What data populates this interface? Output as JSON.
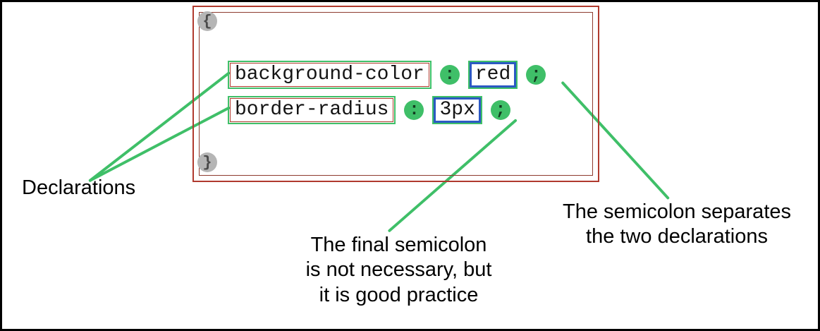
{
  "colors": {
    "annotation_green": "#3fbf68",
    "rule_border_red": "#b03a2e",
    "inner_border_red": "#8e3b2f",
    "value_border_blue": "#2b59c3",
    "brace_gray": "#b5b5b5"
  },
  "rule_block": {
    "open_brace": "{",
    "close_brace": "}",
    "declarations": [
      {
        "property": "background-color",
        "colon": ":",
        "value": "red",
        "semicolon": ";"
      },
      {
        "property": "border-radius",
        "colon": ":",
        "value": "3px",
        "semicolon": ";"
      }
    ]
  },
  "annotations": {
    "declarations_label": "Declarations",
    "final_semicolon_note": "The final semicolon\nis not necessary, but\nit is good practice",
    "separator_note": "The semicolon separates\nthe two declarations"
  }
}
